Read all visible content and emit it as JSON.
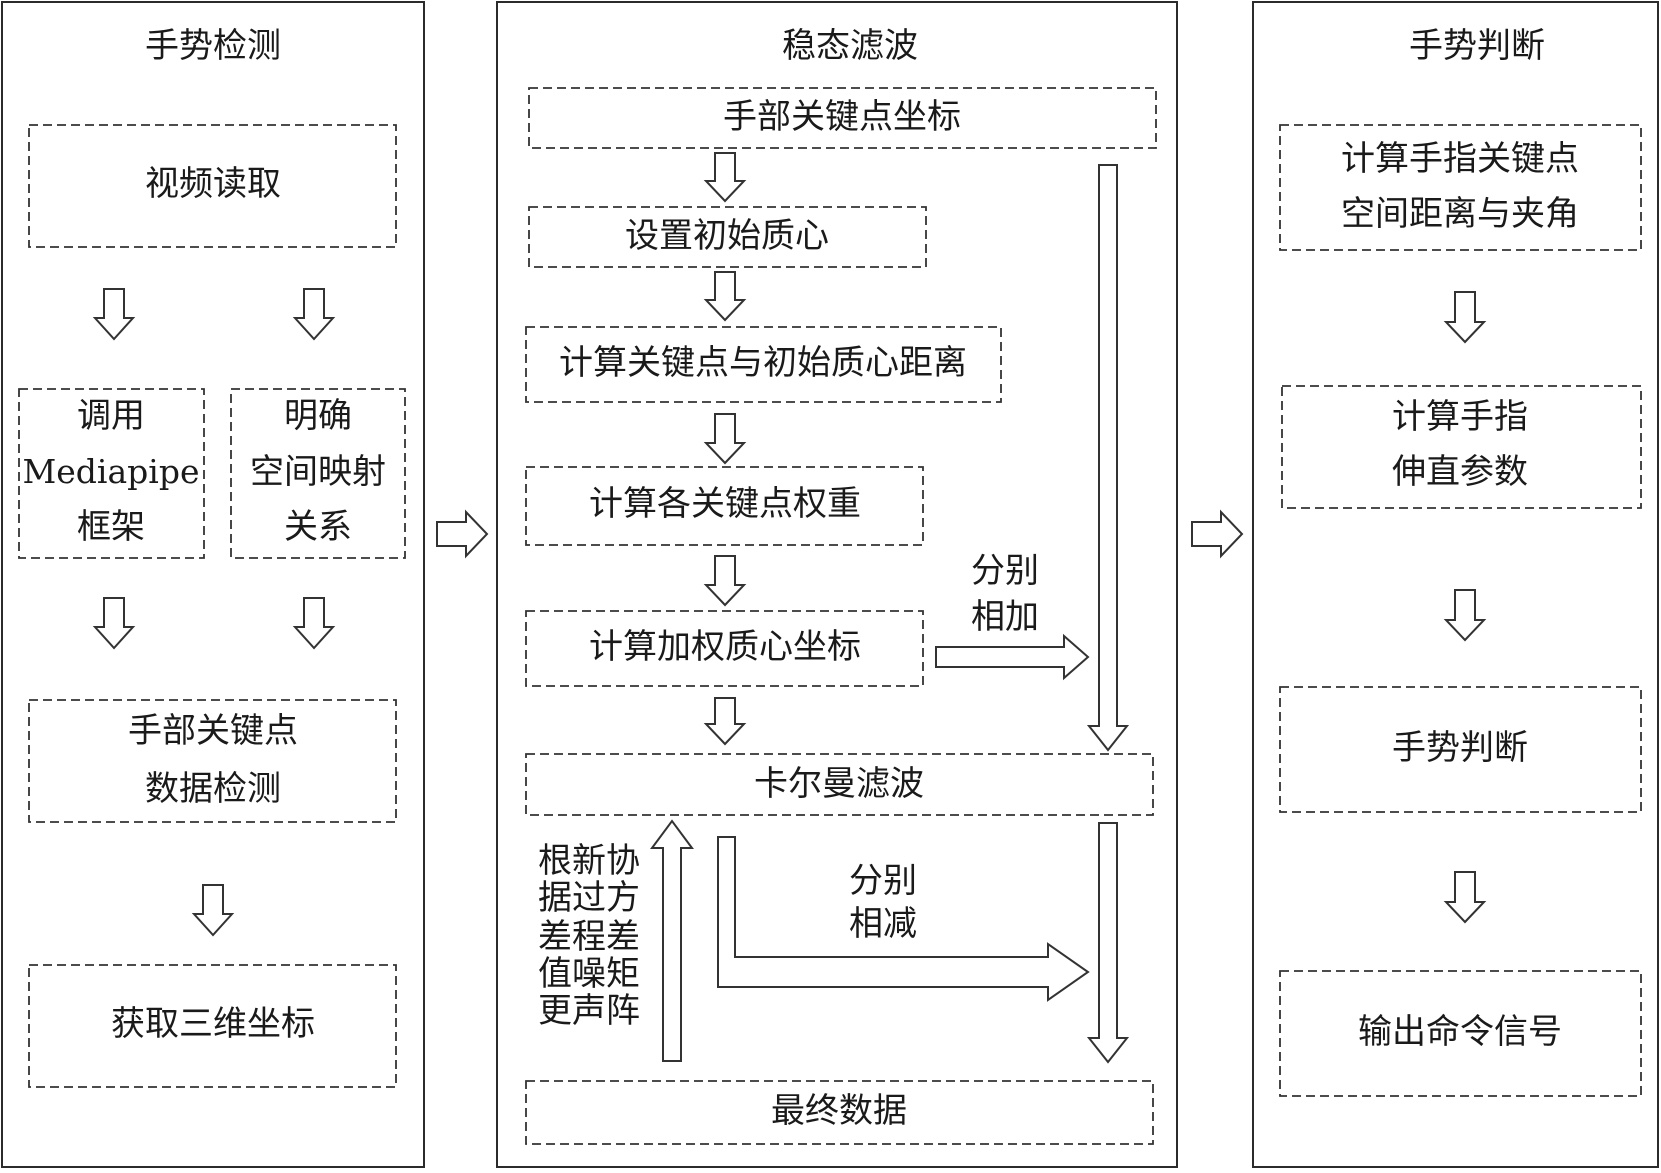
{
  "panels": {
    "left": {
      "title": "手势检测"
    },
    "middle": {
      "title": "稳态滤波"
    },
    "right": {
      "title": "手势判断"
    }
  },
  "left": {
    "video_read": "视频读取",
    "mediapipe": [
      "调用",
      "Mediapipe",
      "框架"
    ],
    "spatial_mapping": [
      "明确",
      "空间映射",
      "关系"
    ],
    "keypoint_detect": [
      "手部关键点",
      "数据检测"
    ],
    "get_3d": "获取三维坐标"
  },
  "middle": {
    "hand_keypoint_coords": "手部关键点坐标",
    "set_centroid": "设置初始质心",
    "calc_distance": "计算关键点与初始质心距离",
    "calc_weights": "计算各关键点权重",
    "weighted_centroid": "计算加权质心坐标",
    "kalman": "卡尔曼滤波",
    "final_data": "最终数据",
    "add_label": [
      "分别",
      "相加"
    ],
    "sub_label": [
      "分别",
      "相减"
    ],
    "update_label": [
      "根新协",
      "据过方",
      "差程差",
      "值噪矩",
      "更声阵"
    ]
  },
  "right": {
    "calc_space": [
      "计算手指关键点",
      "空间距离与夹角"
    ],
    "calc_straight": [
      "计算手指",
      "伸直参数"
    ],
    "gesture_judge": "手势判断",
    "output": "输出命令信号"
  }
}
